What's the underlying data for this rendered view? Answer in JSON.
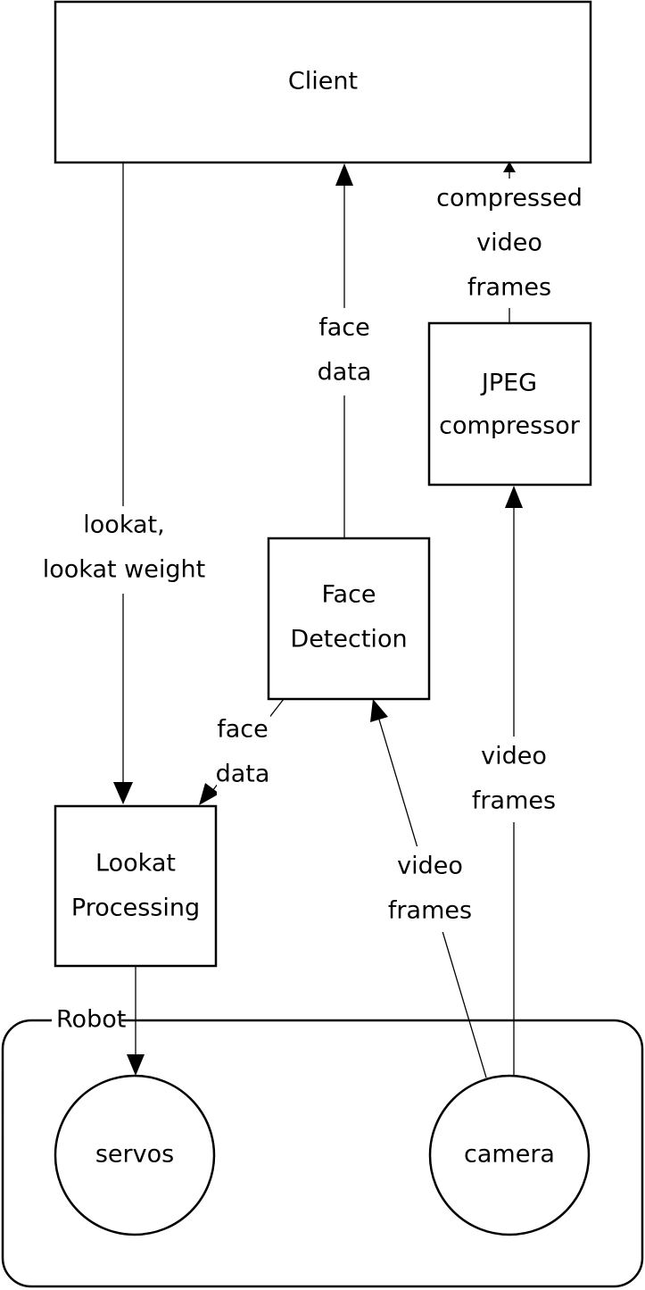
{
  "nodes": {
    "client": {
      "label": "Client"
    },
    "jpeg_compressor": {
      "label_line1": "JPEG",
      "label_line2": "compressor"
    },
    "face_detection": {
      "label_line1": "Face",
      "label_line2": "Detection"
    },
    "lookat_processing": {
      "label_line1": "Lookat",
      "label_line2": "Processing"
    },
    "servos": {
      "label": "servos"
    },
    "camera": {
      "label": "camera"
    }
  },
  "groups": {
    "robot": {
      "label": "Robot"
    }
  },
  "edges": {
    "client_to_lookat": {
      "label_line1": "lookat,",
      "label_line2": "lookat  weight"
    },
    "face_to_client": {
      "label_line1": "face",
      "label_line2": "data"
    },
    "jpeg_to_client": {
      "label_line1": "compressed",
      "label_line2": "video",
      "label_line3": "frames"
    },
    "face_to_lookat": {
      "label_line1": "face",
      "label_line2": "data"
    },
    "camera_to_face": {
      "label_line1": "video",
      "label_line2": "frames"
    },
    "camera_to_jpeg": {
      "label_line1": "video",
      "label_line2": "frames"
    }
  }
}
